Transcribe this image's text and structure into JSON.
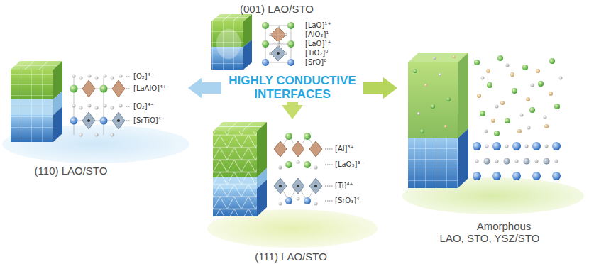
{
  "diagram": {
    "nodes": [
      {
        "text": [
          "(001) LAO/STO"
        ]
      },
      {
        "text": [
          "(110) LAO/STO"
        ]
      },
      {
        "text": [
          "HIGHLY CONDUCTIVE INTERFACES"
        ]
      },
      {
        "text": [
          "Amorphous LAO, STO, YSZ/STO"
        ]
      },
      {
        "text": [
          "(111) LAO/STO"
        ]
      }
    ],
    "edges": [
      {
        "from": 2,
        "to": 1,
        "arrow": "to"
      },
      {
        "from": 2,
        "to": 4,
        "arrow": "to"
      },
      {
        "from": 2,
        "to": 3,
        "arrow": "to"
      }
    ],
    "labels": [
      "[LaO]¹⁺",
      "[AlO₂]¹⁻",
      "[LaO]¹⁺",
      "[TiO₂]⁰",
      "[SrO]⁰",
      "[O₂]⁴⁻",
      "[LaAlO]⁴⁺",
      "[O₂]⁴⁻",
      "[SrTiO]⁴⁺",
      "[Al]³⁺",
      "[LaO₃]³⁻",
      "[Ti]⁴⁺",
      "[SrO₃]⁴⁻"
    ]
  }
}
